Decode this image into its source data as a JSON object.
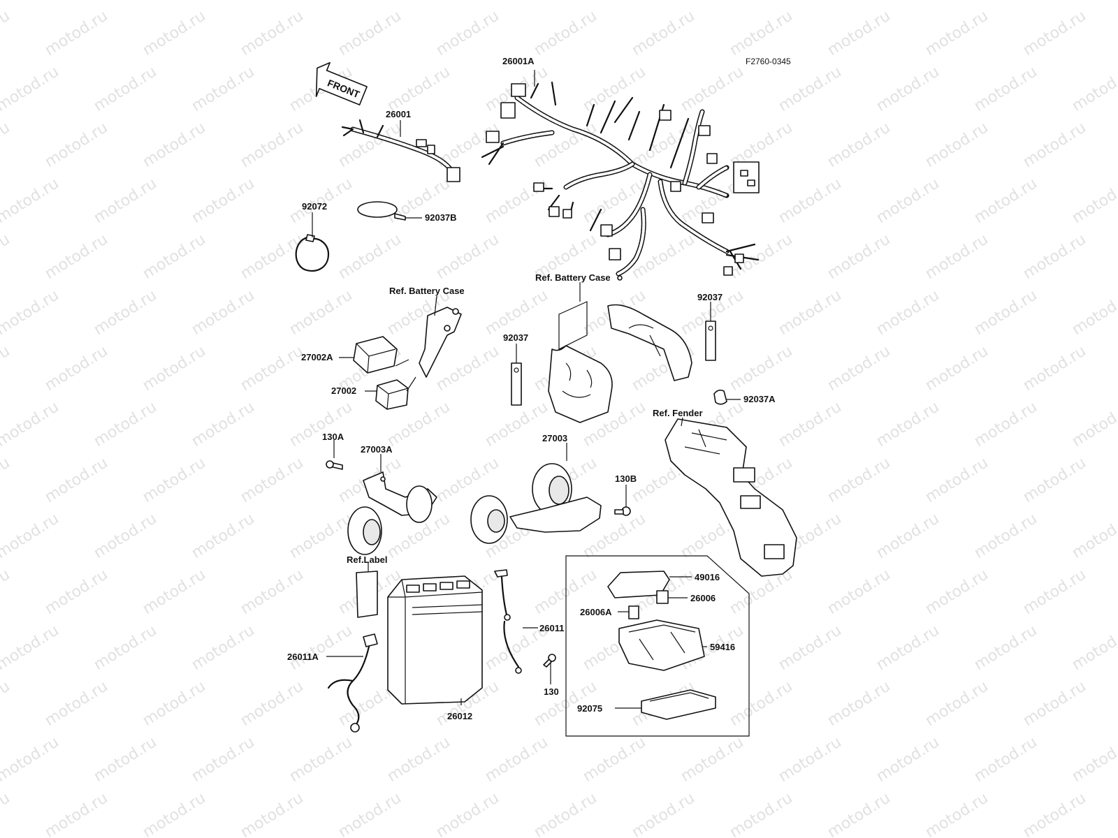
{
  "diagram_code": "F2760-0345",
  "watermark_text": "motod.ru",
  "front_arrow_label": "FRONT",
  "labels": {
    "p26001A": "26001A",
    "p26001": "26001",
    "p92072": "92072",
    "p92037B": "92037B",
    "ref_battery_case_1": "Ref. Battery Case",
    "ref_battery_case_2": "Ref. Battery Case",
    "p92037_right": "92037",
    "p92037_left": "92037",
    "p27002A": "27002A",
    "p27002": "27002",
    "p92037A": "92037A",
    "ref_fender": "Ref. Fender",
    "p130A": "130A",
    "p27003A": "27003A",
    "p27003": "27003",
    "p130B": "130B",
    "ref_label": "Ref.Label",
    "p49016": "49016",
    "p26006": "26006",
    "p26006A": "26006A",
    "p26011": "26011",
    "p59416": "59416",
    "p26011A": "26011A",
    "p130": "130",
    "p92075": "92075",
    "p26012": "26012"
  }
}
